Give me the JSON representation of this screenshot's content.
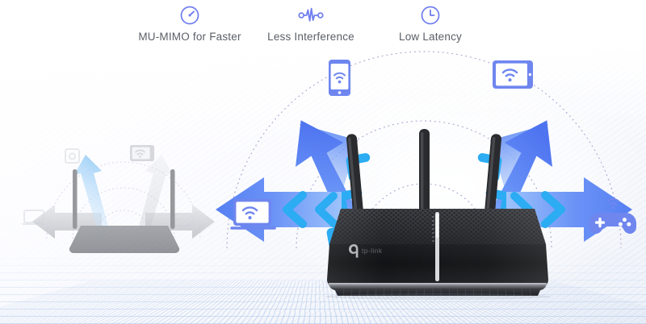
{
  "page": {
    "title": "TP-Link Router MU-MIMO Wireless Coverage Promotional Banner",
    "background_color": "#ffffff",
    "accent_color": "#4f74f0",
    "arrow_color": "#5b86f5",
    "chevron_color": "#22a7f0",
    "icon_color": "#6f7df0",
    "text_color": "#5a5f66",
    "arc_color": "#9b8fd6",
    "floor_line_color": "#608cd7"
  },
  "features": [
    {
      "id": "mu-mimo",
      "icon": "speedometer-icon",
      "label": "MU-MIMO for Faster"
    },
    {
      "id": "interference",
      "icon": "waveform-icon",
      "label": "Less Interference"
    },
    {
      "id": "latency",
      "icon": "clock-icon",
      "label": "Low Latency"
    }
  ],
  "devices": [
    {
      "id": "smartphone",
      "icon": "smartphone-wifi-icon",
      "position": "top-left"
    },
    {
      "id": "tablet",
      "icon": "tablet-wifi-icon",
      "position": "top-right"
    },
    {
      "id": "laptop",
      "icon": "laptop-wifi-icon",
      "position": "mid-left"
    },
    {
      "id": "gamepad",
      "icon": "gamepad-wifi-icon",
      "position": "mid-right"
    }
  ],
  "ghost_devices": [
    {
      "id": "ghost-camera",
      "icon": "camera-icon",
      "position": "top-left"
    },
    {
      "id": "ghost-tablet",
      "icon": "tablet-wifi-icon",
      "position": "top-right"
    },
    {
      "id": "ghost-laptop",
      "icon": "laptop-icon",
      "position": "mid-left"
    },
    {
      "id": "ghost-gamepad",
      "icon": "gamepad-icon",
      "position": "mid-right"
    }
  ],
  "router": {
    "brand": "tp-link",
    "model_text": "tp-link",
    "antenna_count": 3,
    "beam_arrows": [
      {
        "id": "beam-up-left",
        "direction": "up-left",
        "chevrons": 3
      },
      {
        "id": "beam-up-right",
        "direction": "up-right",
        "chevrons": 3
      },
      {
        "id": "beam-left",
        "direction": "left",
        "chevrons": 2
      },
      {
        "id": "beam-right",
        "direction": "right",
        "chevrons": 2
      }
    ],
    "signal_arcs": 3
  }
}
